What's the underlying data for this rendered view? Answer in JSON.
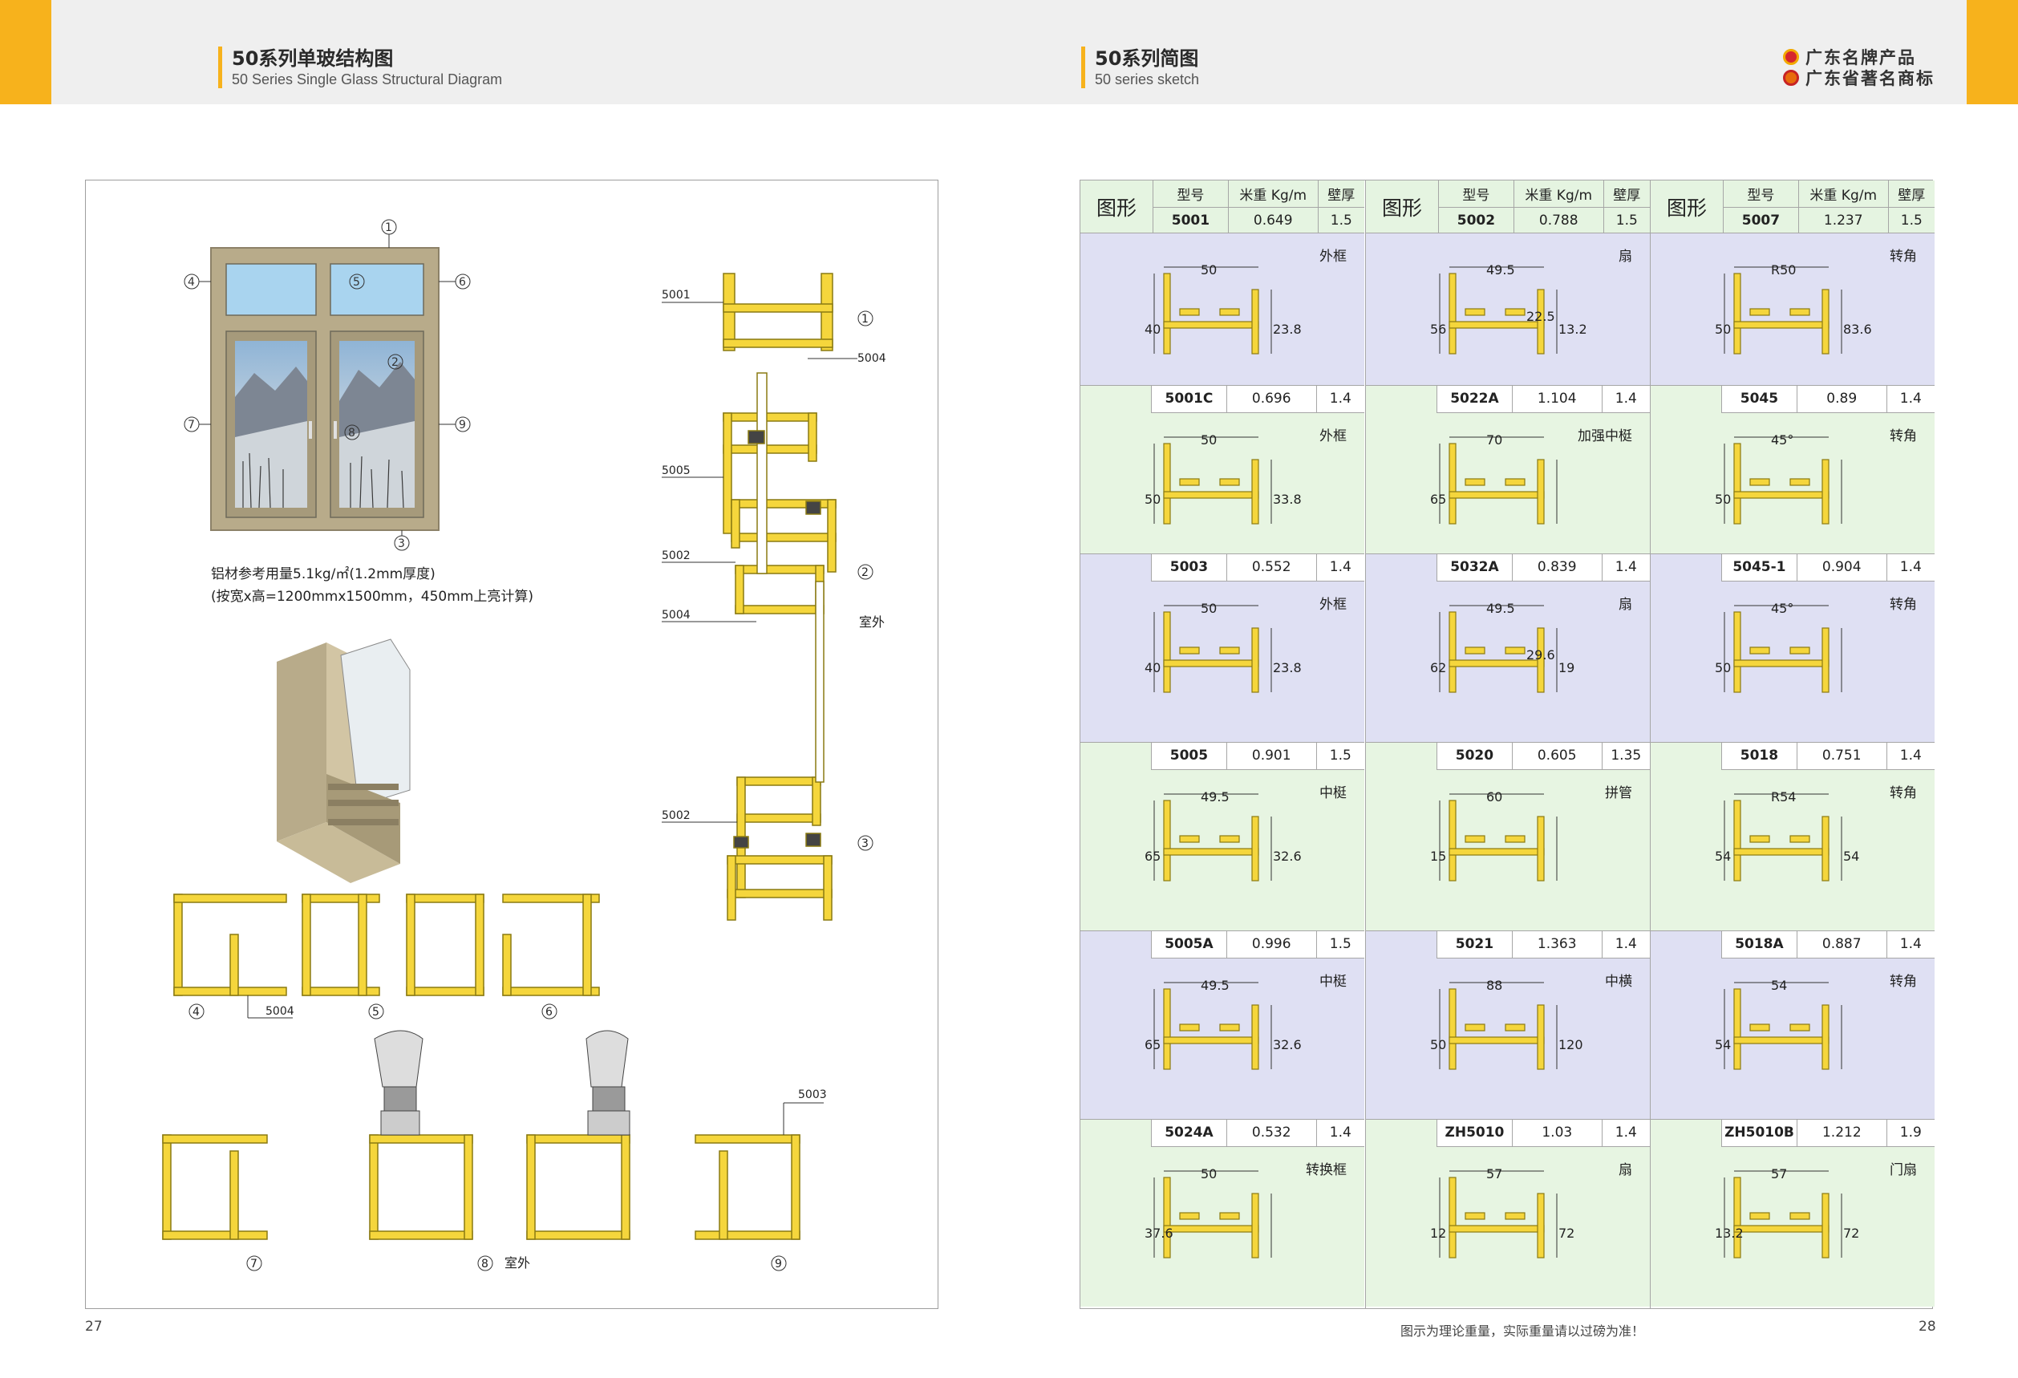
{
  "header": {
    "left_title_zh": "50系列单玻结构图",
    "left_title_en": "50 Series Single Glass Structural Diagram",
    "right_title_zh": "50系列简图",
    "right_title_en": "50 series sketch",
    "brand_line1": "广东名牌产品",
    "brand_line2": "广东省著名商标"
  },
  "left_panel": {
    "usage_note_1": "铝材参考用量5.1kg/㎡(1.2mm厚度)",
    "usage_note_2": "(按宽x高=1200mmx1500mm，450mm上亮计算)",
    "window_callouts": [
      "①",
      "②",
      "③",
      "④",
      "⑤",
      "⑥",
      "⑦",
      "⑧",
      "⑨"
    ],
    "section_labels": [
      "5001",
      "5004",
      "5005",
      "5002",
      "5004",
      "5002"
    ],
    "outdoor_label": "室外",
    "bottom_labels": [
      "④",
      "5004",
      "⑤",
      "⑥",
      "5003",
      "⑦",
      "⑧",
      "室外",
      "⑨"
    ]
  },
  "table": {
    "shape_header": "图形",
    "col_model": "型号",
    "col_weight": "米重 Kg/m",
    "col_wall": "壁厚",
    "columns": [
      [
        {
          "model": "5001",
          "weight": "0.649",
          "wall": "1.5",
          "role": "外框",
          "dims": [
            "50",
            "40",
            "23.8"
          ]
        },
        {
          "model": "5001C",
          "weight": "0.696",
          "wall": "1.4",
          "role": "外框",
          "dims": [
            "50",
            "50",
            "33.8"
          ]
        },
        {
          "model": "5003",
          "weight": "0.552",
          "wall": "1.4",
          "role": "外框",
          "dims": [
            "50",
            "40",
            "23.8"
          ]
        },
        {
          "model": "5005",
          "weight": "0.901",
          "wall": "1.5",
          "role": "中梃",
          "dims": [
            "49.5",
            "65",
            "32.6"
          ]
        },
        {
          "model": "5005A",
          "weight": "0.996",
          "wall": "1.5",
          "role": "中梃",
          "dims": [
            "49.5",
            "65",
            "32.6"
          ]
        },
        {
          "model": "5024A",
          "weight": "0.532",
          "wall": "1.4",
          "role": "转换框",
          "dims": [
            "50",
            "37.6"
          ]
        }
      ],
      [
        {
          "model": "5002",
          "weight": "0.788",
          "wall": "1.5",
          "role": "扇",
          "dims": [
            "49.5",
            "56",
            "13.2",
            "22.5"
          ]
        },
        {
          "model": "5022A",
          "weight": "1.104",
          "wall": "1.4",
          "role": "加强中梃",
          "dims": [
            "70",
            "65"
          ]
        },
        {
          "model": "5032A",
          "weight": "0.839",
          "wall": "1.4",
          "role": "扇",
          "dims": [
            "49.5",
            "62",
            "19",
            "29.6"
          ]
        },
        {
          "model": "5020",
          "weight": "0.605",
          "wall": "1.35",
          "role": "拼管",
          "dims": [
            "60",
            "15"
          ]
        },
        {
          "model": "5021",
          "weight": "1.363",
          "wall": "1.4",
          "role": "中横",
          "dims": [
            "88",
            "50",
            "120"
          ]
        },
        {
          "model": "ZH5010",
          "weight": "1.03",
          "wall": "1.4",
          "role": "扇",
          "dims": [
            "57",
            "12",
            "72"
          ]
        }
      ],
      [
        {
          "model": "5007",
          "weight": "1.237",
          "wall": "1.5",
          "role": "转角",
          "dims": [
            "R50",
            "50",
            "83.6"
          ]
        },
        {
          "model": "5045",
          "weight": "0.89",
          "wall": "1.4",
          "role": "转角",
          "dims": [
            "45°",
            "50"
          ]
        },
        {
          "model": "5045-1",
          "weight": "0.904",
          "wall": "1.4",
          "role": "转角",
          "dims": [
            "45°",
            "50"
          ]
        },
        {
          "model": "5018",
          "weight": "0.751",
          "wall": "1.4",
          "role": "转角",
          "dims": [
            "R54",
            "54",
            "54"
          ]
        },
        {
          "model": "5018A",
          "weight": "0.887",
          "wall": "1.4",
          "role": "转角",
          "dims": [
            "54",
            "54"
          ]
        },
        {
          "model": "ZH5010B",
          "weight": "1.212",
          "wall": "1.9",
          "role": "门扇",
          "dims": [
            "57",
            "13.2",
            "72"
          ]
        }
      ]
    ]
  },
  "footer": {
    "page_left": "27",
    "page_right": "28",
    "note": "图示为理论重量，实际重量请以过磅为准！"
  },
  "colors": {
    "accent": "#f7b21c",
    "profile": "#f5d63c",
    "row_blue": "#dfe0f3",
    "row_green": "#e7f5e2",
    "frame": "#b8ab8a"
  }
}
